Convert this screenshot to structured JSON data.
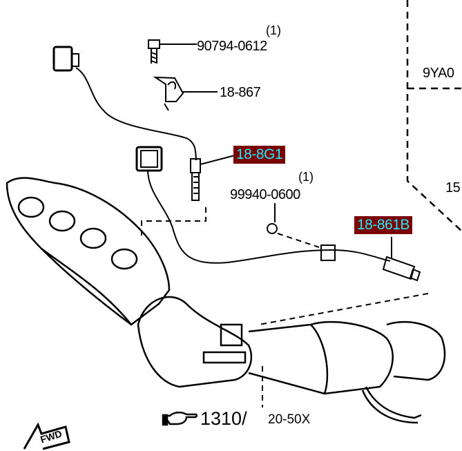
{
  "callouts": [
    {
      "part": "90794-0612",
      "qty": "(1)"
    },
    {
      "part": "18-867"
    },
    {
      "part": "18-8G1",
      "highlighted": true
    },
    {
      "part": "99940-0600",
      "qty": "(1)"
    },
    {
      "part": "18-861B",
      "highlighted": true
    }
  ],
  "section_refs": [
    "9YA0",
    "15"
  ],
  "reference": {
    "page": "1310/",
    "sub": "20-50X"
  },
  "fwd_label": "FWD",
  "colors": {
    "highlight_bg": "#7a0000",
    "highlight_text": "#19f0ff"
  }
}
